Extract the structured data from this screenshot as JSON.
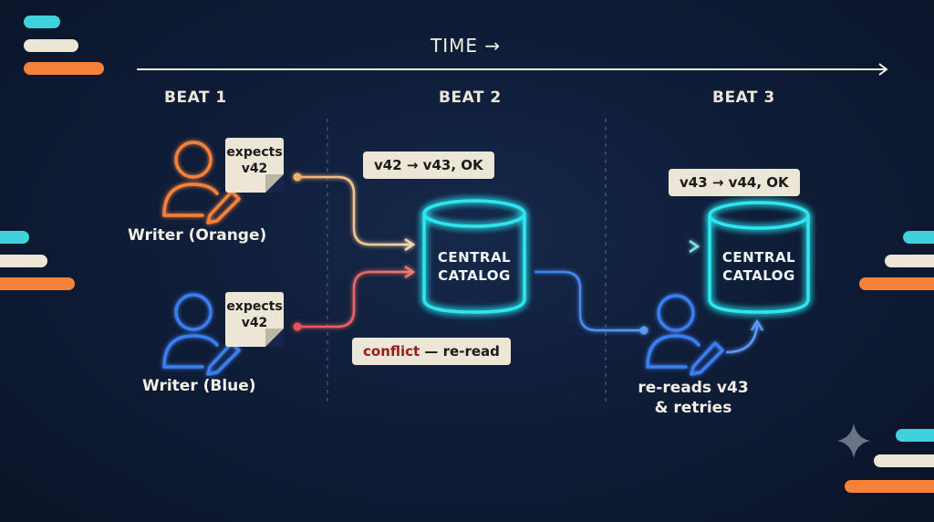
{
  "timeline": {
    "label": "TIME →"
  },
  "beats": [
    "BEAT 1",
    "BEAT 2",
    "BEAT 3"
  ],
  "writers": {
    "orange": {
      "label": "Writer (Orange)",
      "note": [
        "expects",
        "v42"
      ],
      "color": "#f5813a"
    },
    "blue": {
      "label": "Writer (Blue)",
      "note": [
        "expects",
        "v42"
      ],
      "color": "#3a7ef0"
    }
  },
  "catalogs": [
    {
      "lines": [
        "CENTRAL",
        "CATALOG"
      ]
    },
    {
      "lines": [
        "CENTRAL",
        "CATALOG"
      ]
    }
  ],
  "pills": {
    "orange_commit": "v42 → v43, OK",
    "conflict_word": "conflict",
    "conflict_rest": " — re-read",
    "retry_commit": "v43 → v44, OK"
  },
  "retry_writer": {
    "lines": [
      "re-reads v43",
      "& retries"
    ]
  },
  "colors": {
    "background": "#0f1d38",
    "cyan": "#3fd1dc",
    "cream": "#ece6d6",
    "orange": "#f5813a",
    "blue": "#3a7ef0",
    "conflict_red": "#ef6a6a",
    "glow_cyan": "#2fe6f0"
  }
}
